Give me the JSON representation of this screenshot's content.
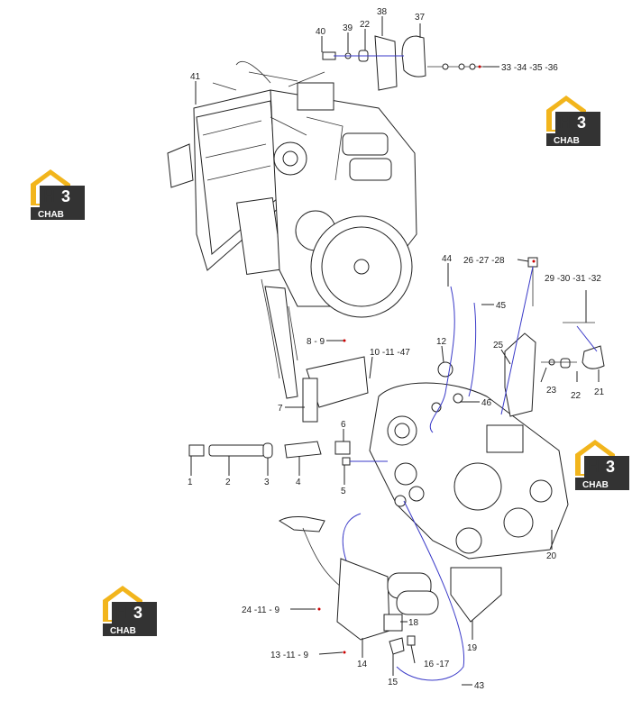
{
  "watermark": {
    "letter_h": "H",
    "letter_3": "3",
    "word": "CHAB"
  },
  "colors": {
    "accent_yellow": "#f2b51c",
    "dark": "#333333",
    "line": "#222222",
    "blue_line": "#3a3ac8",
    "leader_dot": "#cc0000"
  },
  "callouts": [
    {
      "id": "40",
      "text": "40"
    },
    {
      "id": "39",
      "text": "39"
    },
    {
      "id": "22a",
      "text": "22"
    },
    {
      "id": "38",
      "text": "38"
    },
    {
      "id": "37",
      "text": "37"
    },
    {
      "id": "33-36",
      "text": "33 -34 -35 -36"
    },
    {
      "id": "41",
      "text": "41"
    },
    {
      "id": "44",
      "text": "44"
    },
    {
      "id": "26-28",
      "text": "26 -27 -28"
    },
    {
      "id": "29-32",
      "text": "29 -30 -31 -32"
    },
    {
      "id": "45",
      "text": "45"
    },
    {
      "id": "8-9",
      "text": "8 - 9"
    },
    {
      "id": "12",
      "text": "12"
    },
    {
      "id": "10-47",
      "text": "10 -11 -47"
    },
    {
      "id": "25",
      "text": "25"
    },
    {
      "id": "23",
      "text": "23"
    },
    {
      "id": "22b",
      "text": "22"
    },
    {
      "id": "21",
      "text": "21"
    },
    {
      "id": "46",
      "text": "46"
    },
    {
      "id": "7",
      "text": "7"
    },
    {
      "id": "6",
      "text": "6"
    },
    {
      "id": "1",
      "text": "1"
    },
    {
      "id": "2",
      "text": "2"
    },
    {
      "id": "3",
      "text": "3"
    },
    {
      "id": "4",
      "text": "4"
    },
    {
      "id": "5",
      "text": "5"
    },
    {
      "id": "20",
      "text": "20"
    },
    {
      "id": "24-9",
      "text": "24 -11 - 9"
    },
    {
      "id": "18",
      "text": "18"
    },
    {
      "id": "19",
      "text": "19"
    },
    {
      "id": "13-9",
      "text": "13 -11 - 9"
    },
    {
      "id": "14",
      "text": "14"
    },
    {
      "id": "16-17",
      "text": "16 -17"
    },
    {
      "id": "15",
      "text": "15"
    },
    {
      "id": "43",
      "text": "43"
    }
  ]
}
